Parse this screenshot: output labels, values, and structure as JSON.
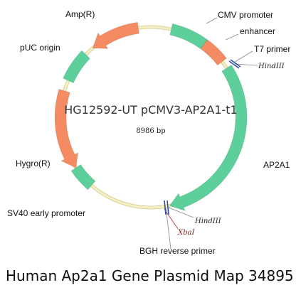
{
  "plasmid": {
    "name": "HG12592-UT pCMV3-AP2A1-t1",
    "size": "8986 bp"
  },
  "features": {
    "cmv_promoter": "CMV promoter",
    "enhancer": "enhancer",
    "t7_primer": "T7 primer",
    "ap2a1": "AP2A1",
    "bgh_reverse_primer": "BGH reverse primer",
    "sv40_early_promoter": "SV40 early promoter",
    "hygro": "Hygro(R)",
    "puc_origin": "pUC origin",
    "amp": "Amp(R)"
  },
  "sites": {
    "hindiii_top": "HindIII",
    "hindiii_bottom": "HindIII",
    "xbai": "XbaI"
  },
  "colors": {
    "backbone": "#eee9b0",
    "promoter_green": "#5ccf9b",
    "marker_orange": "#f58b62",
    "site_blue": "#2b4aa0"
  },
  "caption": "Human Ap2a1 Gene Plasmid Map 34895"
}
